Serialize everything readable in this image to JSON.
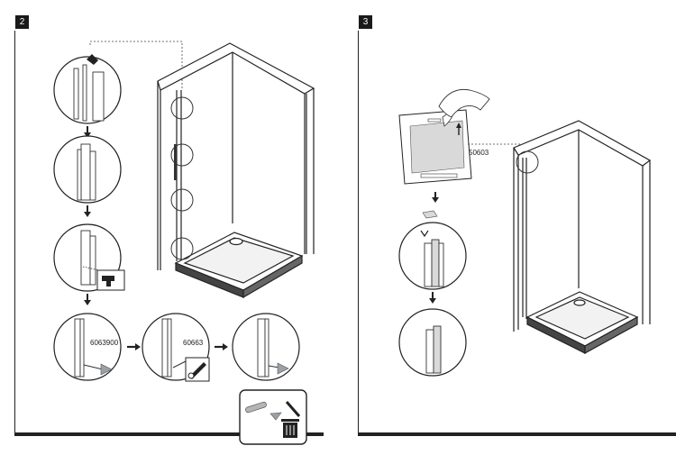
{
  "steps": [
    {
      "number": "2",
      "codes": [
        "6063900",
        "60663"
      ]
    },
    {
      "number": "3",
      "codes": [
        "50603"
      ]
    }
  ],
  "colors": {
    "ink": "#222222",
    "badge": "#1a1a1a",
    "accent": "#9aa0a6",
    "shade": "#d9d9d9"
  },
  "icons": [
    "drill-icon",
    "screwdriver-icon",
    "trash-bin-icon",
    "peel-film-icon",
    "arrow-icon"
  ]
}
